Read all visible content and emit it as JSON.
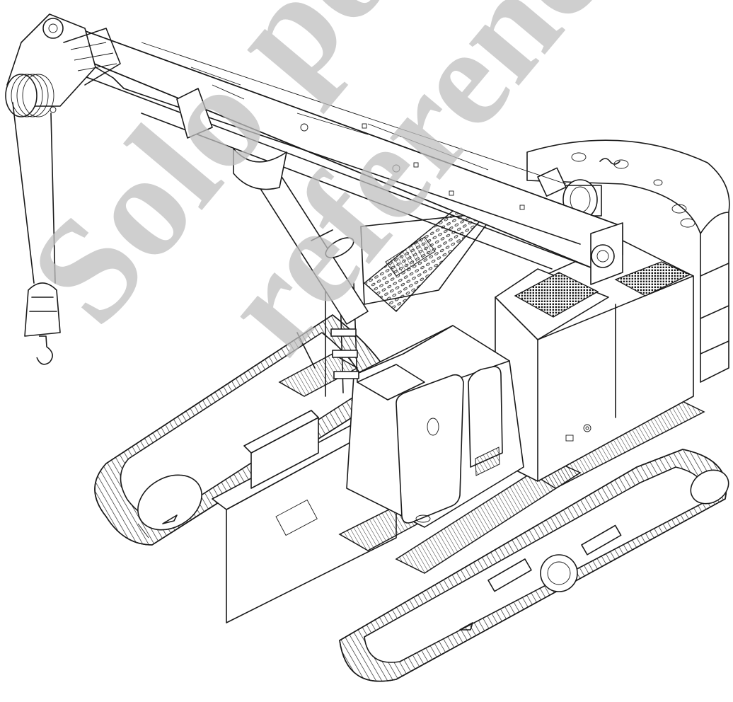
{
  "watermark": {
    "line1": "Solo por",
    "line2": "referencia",
    "color": "#bfbfbf"
  },
  "drawing": {
    "subject": "crawler crane (isometric line drawing)",
    "line_color": "#1a1a1a",
    "background": "#ffffff"
  }
}
